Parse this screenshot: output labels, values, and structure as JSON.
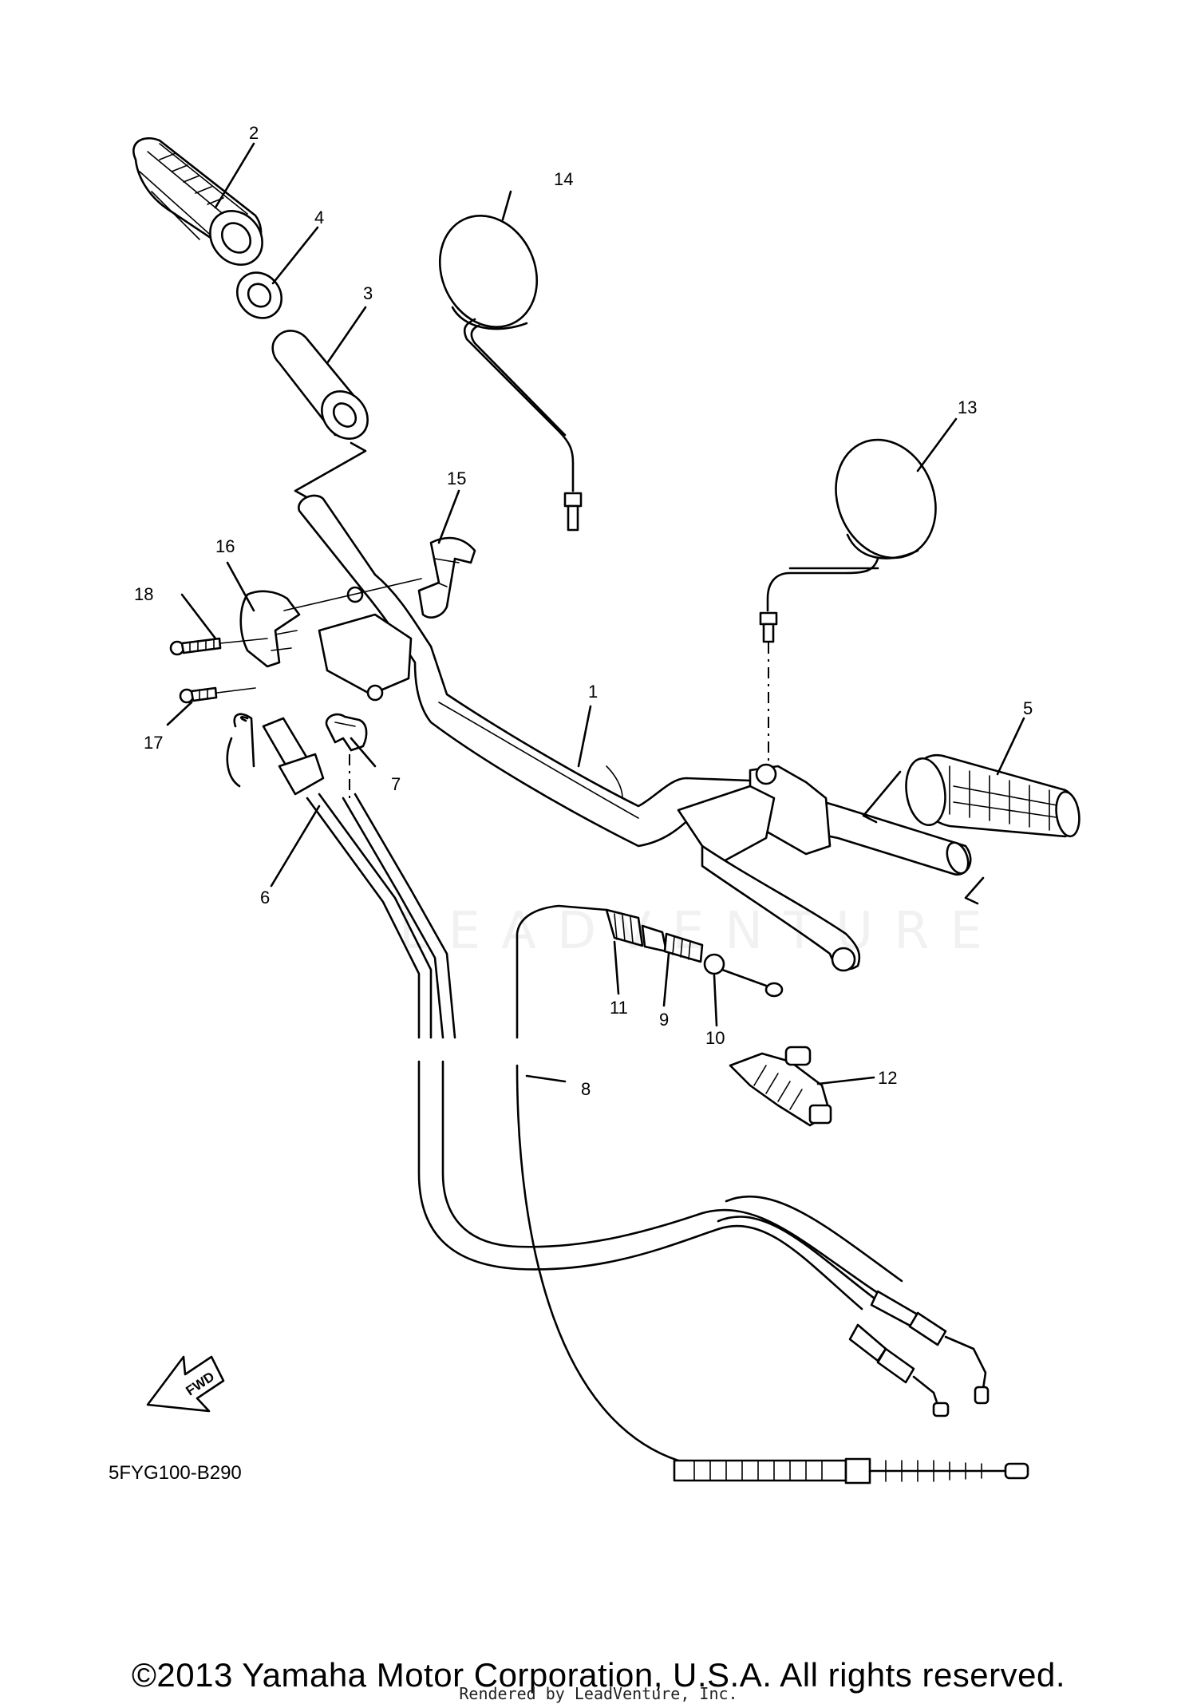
{
  "diagram": {
    "code": "5FYG100-B290",
    "fwd_arrow_label": "FWD",
    "watermark": "LEADVENTURE",
    "callouts": [
      {
        "id": "1"
      },
      {
        "id": "2"
      },
      {
        "id": "3"
      },
      {
        "id": "4"
      },
      {
        "id": "5"
      },
      {
        "id": "6"
      },
      {
        "id": "7"
      },
      {
        "id": "8"
      },
      {
        "id": "9"
      },
      {
        "id": "10"
      },
      {
        "id": "11"
      },
      {
        "id": "12"
      },
      {
        "id": "13"
      },
      {
        "id": "14"
      },
      {
        "id": "15"
      },
      {
        "id": "16"
      },
      {
        "id": "17"
      },
      {
        "id": "18"
      }
    ]
  },
  "footer": {
    "copyright": "©2013 Yamaha Motor Corporation, U.S.A. All rights reserved.",
    "rendered_by": "Rendered by LeadVenture, Inc."
  }
}
